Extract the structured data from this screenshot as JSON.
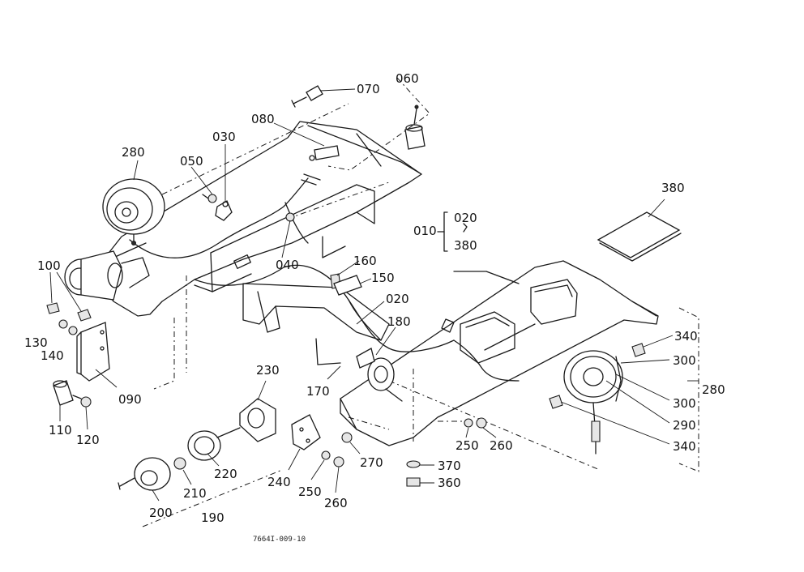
{
  "labels": {
    "p010": "010",
    "p020a": "020",
    "p020b": "020",
    "p030": "030",
    "p040": "040",
    "p050": "050",
    "p060": "060",
    "p070": "070",
    "p080": "080",
    "p090": "090",
    "p100": "100",
    "p110": "110",
    "p120": "120",
    "p130": "130",
    "p140": "140",
    "p150": "150",
    "p160": "160",
    "p170": "170",
    "p180": "180",
    "p190": "190",
    "p200": "200",
    "p210": "210",
    "p220": "220",
    "p230": "230",
    "p240": "240",
    "p250a": "250",
    "p250b": "250",
    "p260a": "260",
    "p260b": "260",
    "p270": "270",
    "p280a": "280",
    "p280b": "280",
    "p290": "290",
    "p300a": "300",
    "p300b": "300",
    "p340a": "340",
    "p340b": "340",
    "p360": "360",
    "p370": "370",
    "p380a": "380",
    "p380b": "380"
  },
  "drawing_code": "7664I-009-10"
}
